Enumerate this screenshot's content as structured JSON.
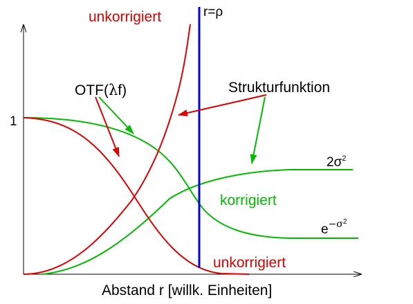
{
  "colors": {
    "red": "#dd0000",
    "green": "#00bb00",
    "blue": "#0000dd",
    "black": "#000000"
  },
  "labels": {
    "y_tick": "1",
    "x_axis": "Abstand r [willk. Einheiten]",
    "r_rho": "r=ρ",
    "unkorrigiert_top": "unkorrigiert",
    "unkorrigiert_bottom": "unkorrigiert",
    "otf_prefix": "OTF(",
    "otf_lambda": "λ",
    "otf_suffix": "f)",
    "strukturfunktion": "Strukturfunktion",
    "korrigiert": "korrigiert",
    "two_sigma_base": "2σ",
    "two_sigma_exp": "2",
    "e_sigma_base": "e",
    "e_sigma_exp": "−σ",
    "e_sigma_exp2": "2"
  }
}
